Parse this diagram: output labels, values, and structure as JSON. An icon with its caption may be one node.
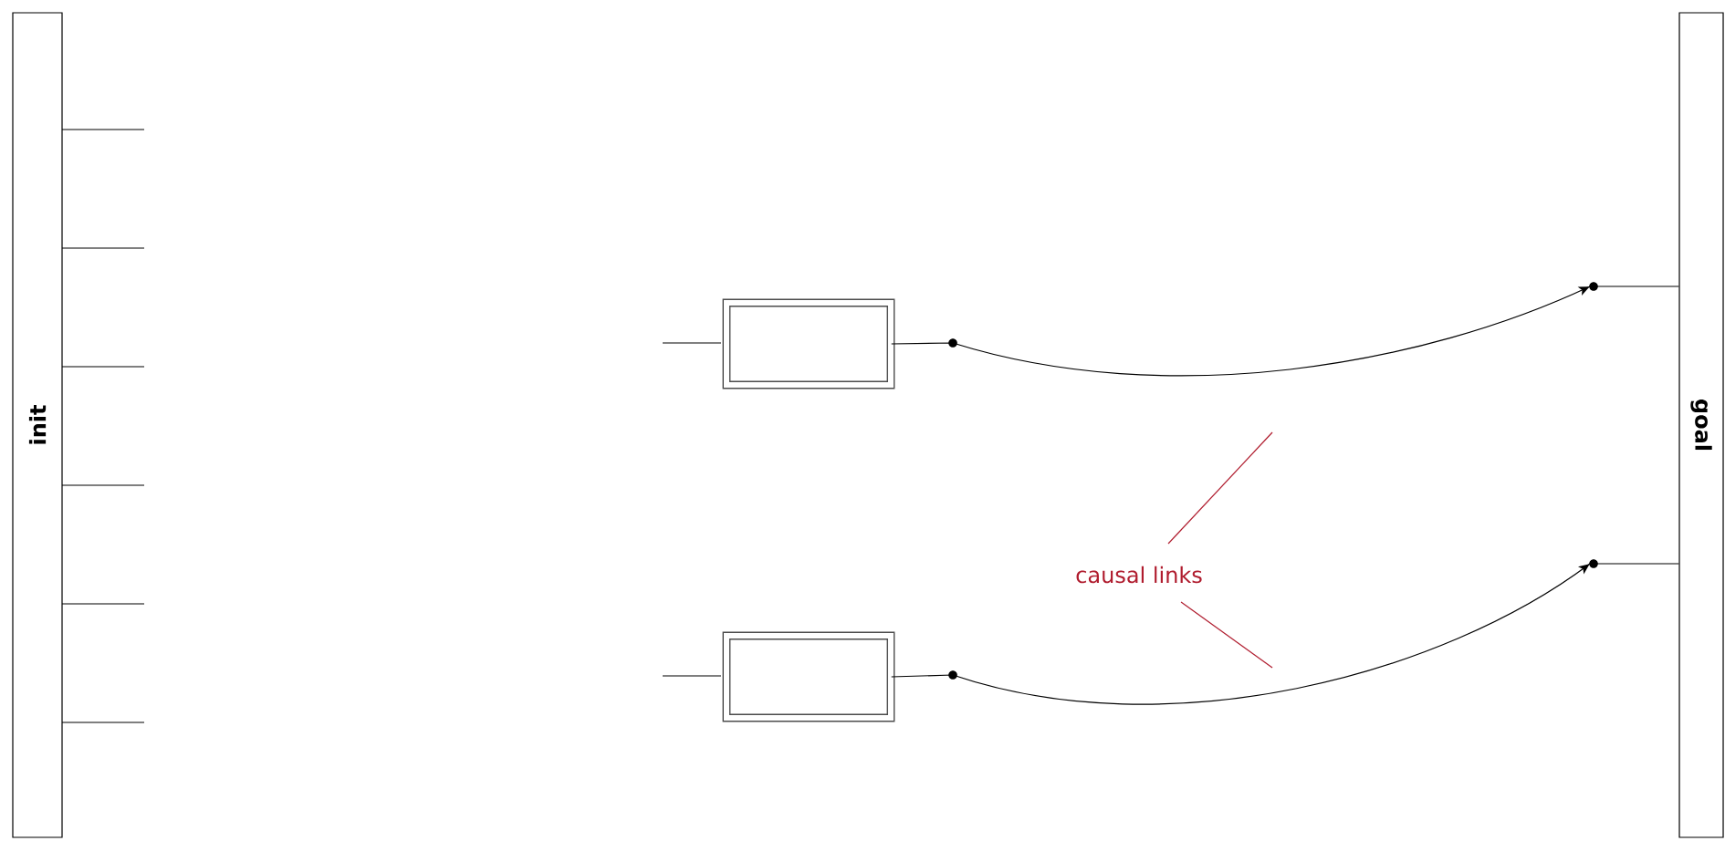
{
  "diagram": {
    "nodes": [
      {
        "text": [
          "init"
        ]
      },
      {
        "text": [
          "goal"
        ]
      },
      {
        "text": [],
        "shape": "box"
      },
      {
        "text": [],
        "shape": "box"
      },
      {
        "text": [
          "causal links"
        ]
      }
    ],
    "edges": [
      {
        "from": 2,
        "to": 1,
        "arrow": "to"
      },
      {
        "from": 3,
        "to": 1,
        "arrow": "to"
      },
      {
        "from": 4,
        "to": null,
        "arrow": "none",
        "color": "#b01c2e"
      },
      {
        "from": 4,
        "to": null,
        "arrow": "none",
        "color": "#b01c2e"
      }
    ]
  }
}
